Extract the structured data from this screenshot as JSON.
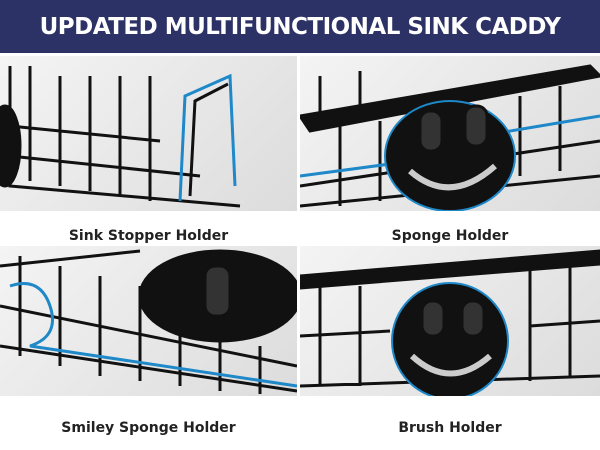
{
  "header": {
    "title": "UPDATED MULTIFUNCTIONAL SINK CADDY"
  },
  "panels": [
    {
      "label": "Sink Stopper Holder"
    },
    {
      "label": "Sponge Holder"
    },
    {
      "label": "Smiley Sponge Holder"
    },
    {
      "label": "Brush Holder"
    }
  ],
  "colors": {
    "header_bg": "#2d3266",
    "highlight": "#1e88c8"
  }
}
